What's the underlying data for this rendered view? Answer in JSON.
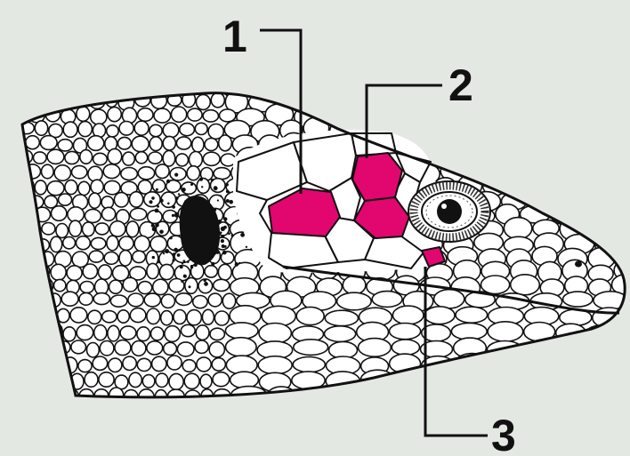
{
  "labels": [
    {
      "text": "1"
    },
    {
      "text": "2"
    },
    {
      "text": "3"
    }
  ],
  "colors": {
    "background": "#e4e8e2",
    "highlight": "#e2066f",
    "outline": "#111111",
    "scale_fill": "#ffffff"
  }
}
